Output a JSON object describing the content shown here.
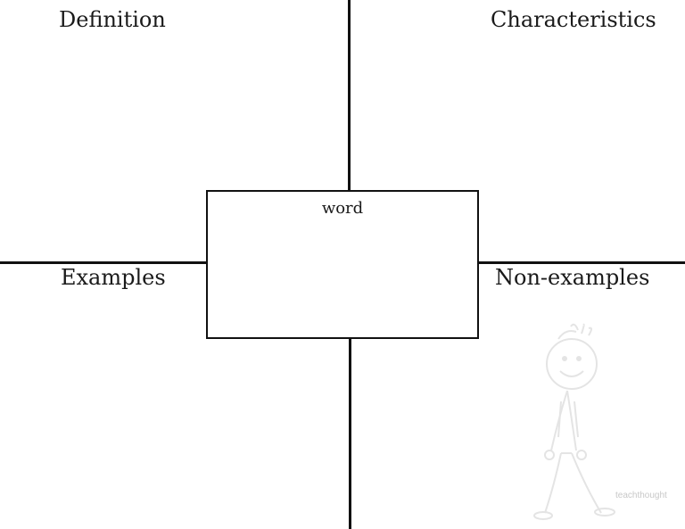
{
  "quadrants": {
    "top_left": "Definition",
    "top_right": "Characteristics",
    "bottom_left": "Examples",
    "bottom_right": "Non-examples"
  },
  "center": {
    "label": "word"
  },
  "watermark": {
    "text": "teachthought",
    "color": "#c8c8c8",
    "figure": "stick-figure-icon"
  },
  "colors": {
    "lines": "#111111",
    "background": "#ffffff"
  }
}
